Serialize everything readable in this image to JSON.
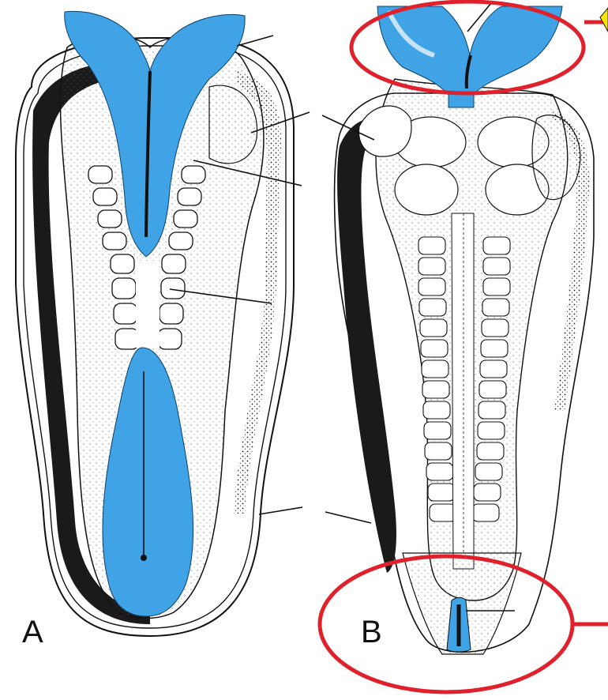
{
  "panels": [
    {
      "label": "A"
    },
    {
      "label": "B"
    }
  ],
  "colors": {
    "neural_tissue": "#3fa3e6",
    "outline": "#111111",
    "stipple": "#1c1c1c",
    "highlight_circle": "#e0202a",
    "arrow_marker": "#ffe600",
    "background": "#ffffff"
  },
  "annotations": {
    "highlight_circles": [
      "anterior-neuropore-circle",
      "posterior-neuropore-circle"
    ]
  }
}
